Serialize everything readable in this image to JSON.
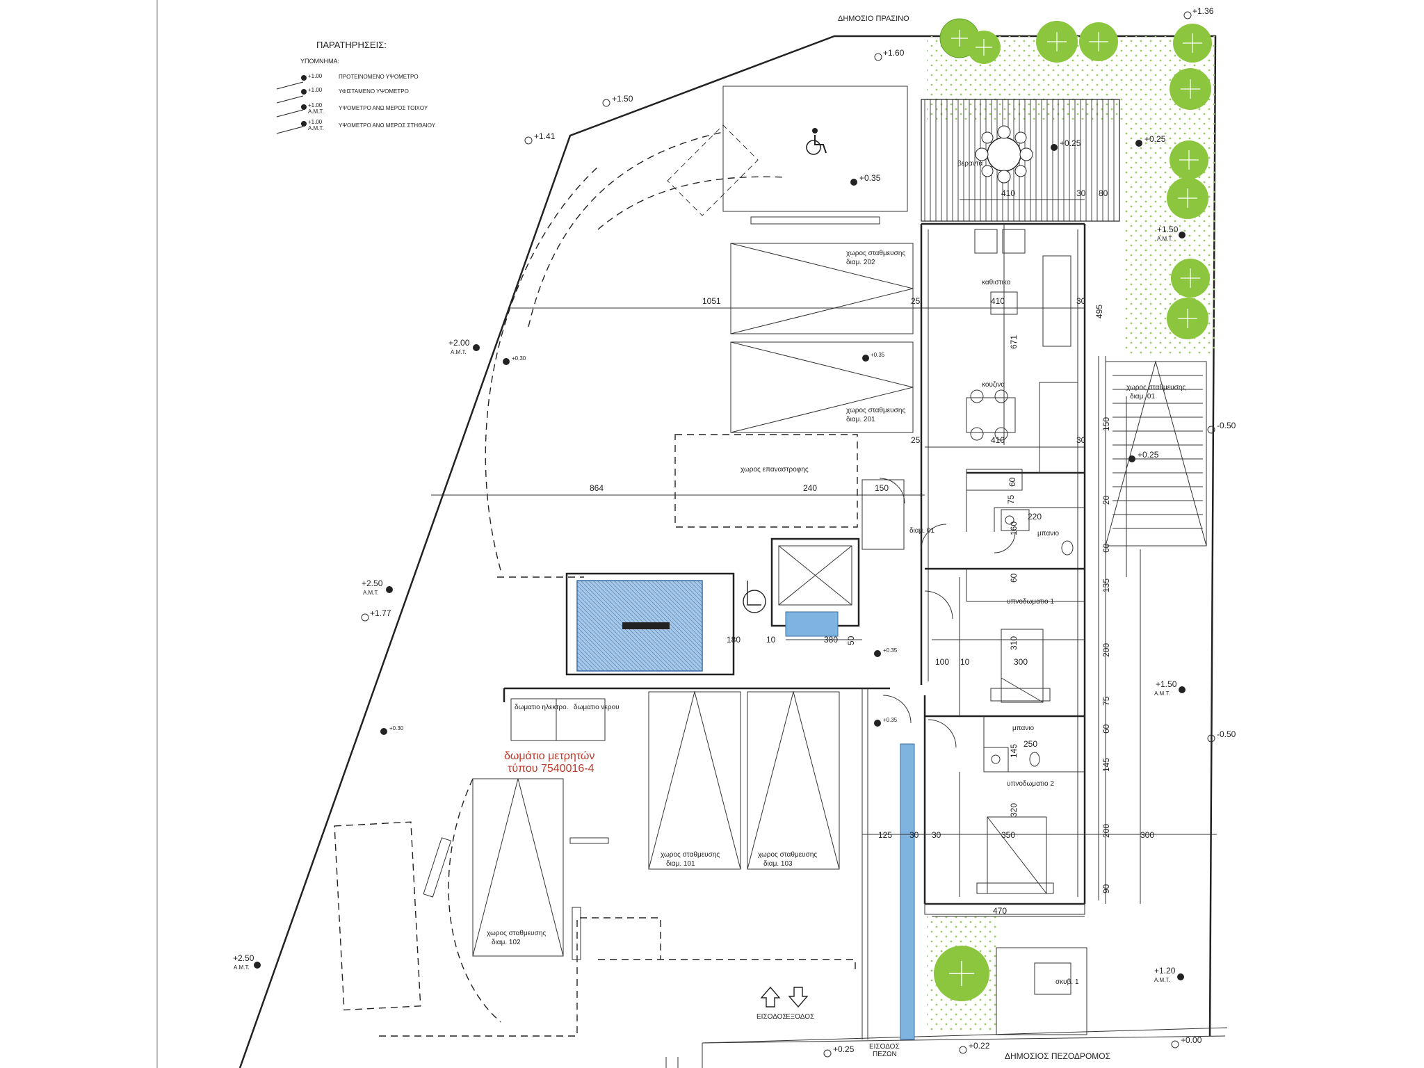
{
  "notes": {
    "title": "ΠΑΡΑΤΗΡΗΣΕΙΣ:",
    "legend_title": "ΥΠΟΜΝΗΜΑ:",
    "legend": [
      {
        "symbol": "+1.00",
        "text": "ΠΡΟΤΕΙΝΟΜΕΝΟ ΥΨΟΜΕΤΡΟ"
      },
      {
        "symbol": "+1.00",
        "text": "ΥΦΙΣΤΑΜΕΝΟ ΥΨΟΜΕΤΡΟ"
      },
      {
        "symbol": "+1.00",
        "sub": "Α.Μ.Τ.",
        "text": "ΥΨΟΜΕΤΡΟ ΑΝΩ ΜΕΡΟΣ ΤΟΙΧΟΥ"
      },
      {
        "symbol": "+1.00",
        "sub": "Α.Μ.Τ.",
        "text": "ΥΨΟΜΕΤΡΟ ΑΝΩ ΜΕΡΟΣ ΣΤΗΘΑΙΟΥ"
      }
    ]
  },
  "boundaries": {
    "top": "ΔΗΜΟΣΙΟ ΠΡΑΣΙΝΟ",
    "bottom": "ΔΗΜΟΣΙΟΣ ΠΕΖΟΔΡΟΜΟΣ"
  },
  "rooms": {
    "veranda": "βεραντα",
    "living": "καθιστικο",
    "kitchen": "κουζινα",
    "apartment": "διαμ. 01",
    "bathroom1": "μπανιο",
    "bedroom1": "υπνοδωματιο 1",
    "bathroom2": "μπανιο",
    "bedroom2": "υπνοδωματιο 2",
    "turning": "χωρος επαναστροφης",
    "electric_room": "δωματιο ηλεκτρο.",
    "water_room": "δωματιο νερου",
    "meter_room_1": "δωμάτιο μετρητών",
    "meter_room_2": "τύπου 7540016-4",
    "storage": "σκυβ. 1",
    "entrance": "ΕΙΣΟΔΟΣ",
    "exit": "ΕΞΟΔΟΣ",
    "ped_entrance_1": "ΕΙΣΟΔΟΣ",
    "ped_entrance_2": "ΠΕΖΩΝ"
  },
  "parking": [
    {
      "label": "χωρος σταθμευσης",
      "unit": "διαμ. 202"
    },
    {
      "label": "χωρος σταθμευσης",
      "unit": "διαμ. 201"
    },
    {
      "label": "χωρος σταθμευσης",
      "unit": "διαμ. 01"
    },
    {
      "label": "χωρος σταθμευσης",
      "unit": "διαμ. 101"
    },
    {
      "label": "χωρος σταθμευσης",
      "unit": "διαμ. 103"
    },
    {
      "label": "χωρος σταθμευσης",
      "unit": "διαμ. 102"
    }
  ],
  "levels": {
    "l_136": "+1.36",
    "l_160": "+1.60",
    "l_150a": "+1.50",
    "l_141": "+1.41",
    "l_035a": "+0.35",
    "l_025a": "+0.25",
    "l_025b": "+0.25",
    "l_150b": "+1.50",
    "l_150b_sub": "Α.Μ.Τ.",
    "l_200": "+2.00",
    "l_200_sub": "Α.Μ.Τ.",
    "l_030a": "+0.30",
    "l_035b": "+0.35",
    "l_m050a": "-0.50",
    "l_025c": "+0.25",
    "l_250a": "+2.50",
    "l_250a_sub": "Α.Μ.Τ.",
    "l_177": "+1.77",
    "l_035c": "+0.35",
    "l_035d": "+0.35",
    "l_150c": "+1.50",
    "l_150c_sub": "Α.Μ.Τ.",
    "l_m050b": "-0.50",
    "l_030b": "+0.30",
    "l_250b": "+2.50",
    "l_250b_sub": "Α.Μ.Τ.",
    "l_120": "+1.20",
    "l_120_sub": "Α.Μ.Τ.",
    "l_025d": "+0.25",
    "l_022": "+0.22",
    "l_000": "+0.00"
  },
  "dims": {
    "d410a": "410",
    "d30a": "30",
    "d80": "80",
    "d1051": "1051",
    "d25a": "25",
    "d410b": "410",
    "d30b": "30",
    "d495": "495",
    "d671": "671",
    "d25b": "25",
    "d410c": "410",
    "d30c": "30",
    "d864": "864",
    "d240": "240",
    "d150a": "150",
    "d60a": "60",
    "d75": "75",
    "d220": "220",
    "d160": "160",
    "d150b": "150",
    "d20": "20",
    "d60b": "60",
    "d60c": "60",
    "d135": "135",
    "d180": "180",
    "d10a": "10",
    "d380": "380",
    "d50": "50",
    "d310": "310",
    "d100": "100",
    "d10b": "10",
    "d300a": "300",
    "d200a": "200",
    "d75b": "75",
    "d60d": "60",
    "d145a": "145",
    "d145b": "145",
    "d250": "250",
    "d320": "320",
    "d125": "125",
    "d30d": "30",
    "d30e": "30",
    "d350": "350",
    "d200b": "200",
    "d300b": "300",
    "d90": "90",
    "d470": "470"
  },
  "colors": {
    "tree": "#8cc63f",
    "tree_dark": "#5b9e26",
    "stair": "#a7c7e7",
    "ramp": "#7fb3e0",
    "red_text": "#c0392b",
    "green_dots": "#9ccc65"
  }
}
